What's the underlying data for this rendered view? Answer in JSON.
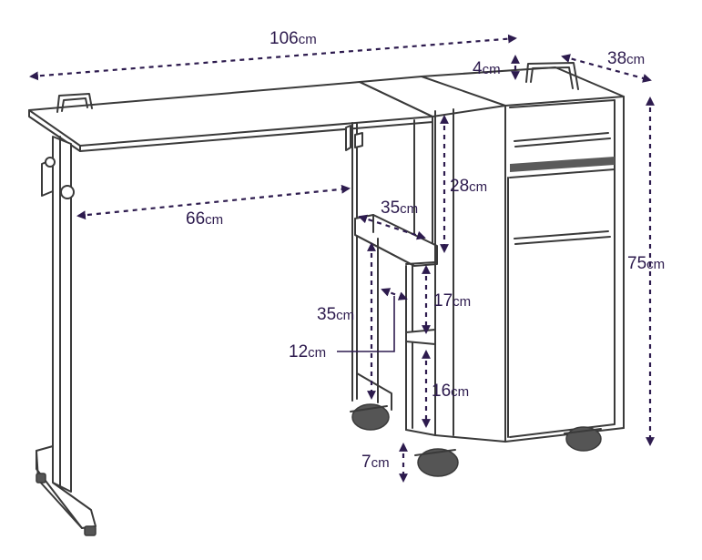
{
  "labels": {
    "total_width": {
      "value": "106",
      "unit": "cm"
    },
    "top_thickness": {
      "value": "4",
      "unit": "cm"
    },
    "depth": {
      "value": "38",
      "unit": "cm"
    },
    "height": {
      "value": "75",
      "unit": "cm"
    },
    "upper_opening": {
      "value": "28",
      "unit": "cm"
    },
    "table_span": {
      "value": "66",
      "unit": "cm"
    },
    "shelf_depth": {
      "value": "35",
      "unit": "cm"
    },
    "left_column": {
      "value": "35",
      "unit": "cm"
    },
    "middle_shelf": {
      "value": "17",
      "unit": "cm"
    },
    "lower_shelf": {
      "value": "16",
      "unit": "cm"
    },
    "gap": {
      "value": "12",
      "unit": "cm"
    },
    "wheel_clearance": {
      "value": "7",
      "unit": "cm"
    }
  },
  "colors": {
    "dimension": "#2d1b4e",
    "outline": "#3a3a3a",
    "accent": "#555555"
  }
}
